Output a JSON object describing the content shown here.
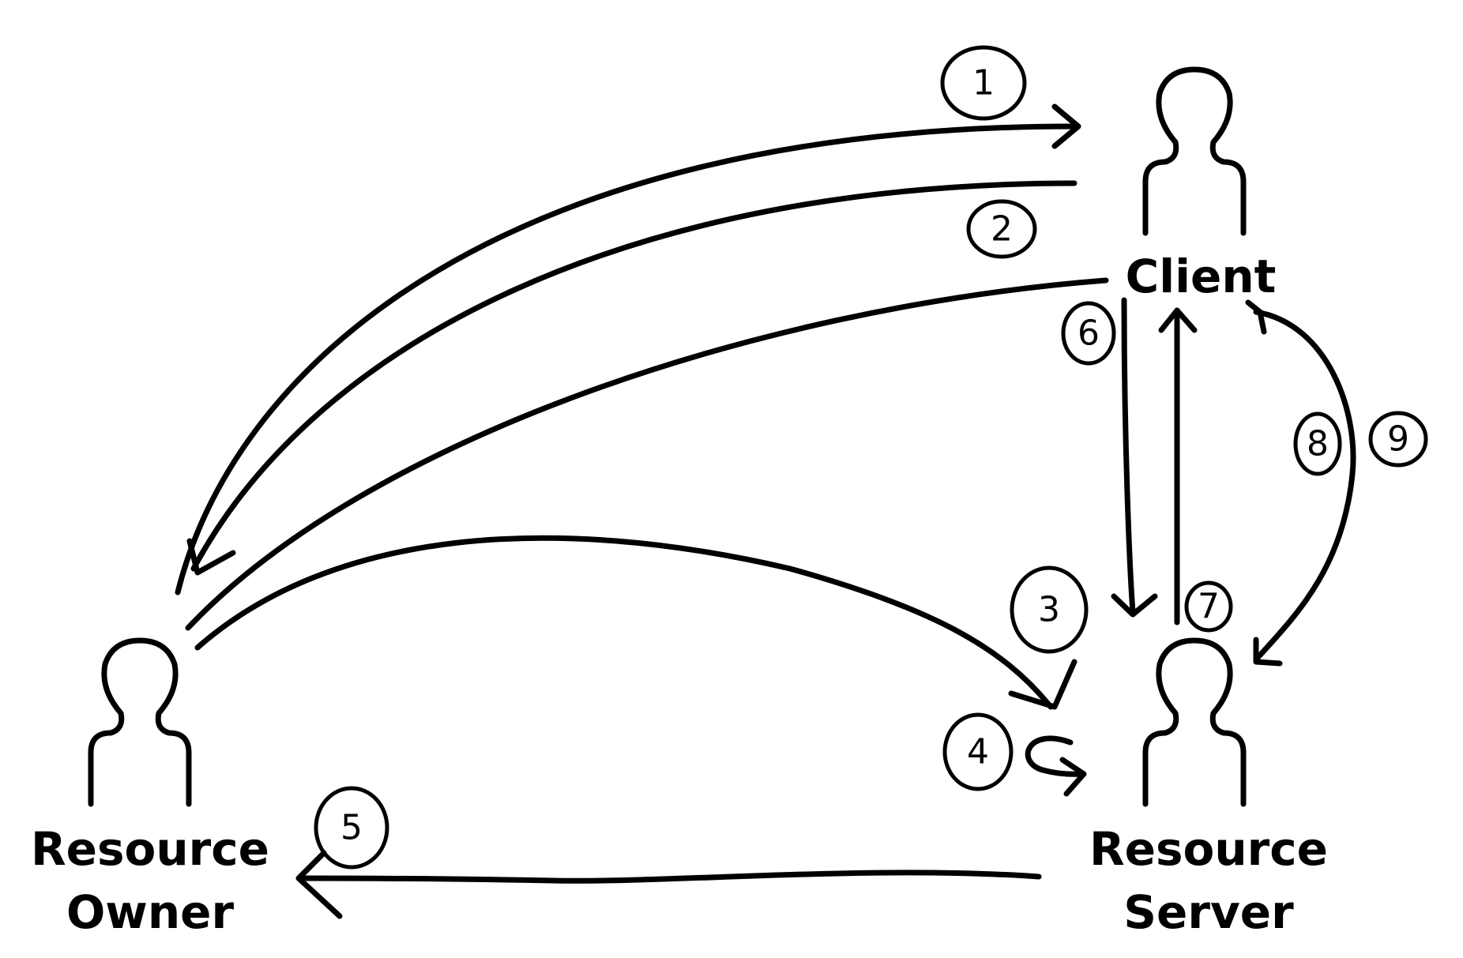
{
  "actors": {
    "client": {
      "label": "Client"
    },
    "resource_owner": {
      "line1": "Resource",
      "line2": "Owner"
    },
    "resource_server": {
      "line1": "Resource",
      "line2": "Server"
    }
  },
  "steps": [
    "1",
    "2",
    "3",
    "4",
    "5",
    "6",
    "7",
    "8",
    "9"
  ],
  "colors": {
    "ink": "#000000",
    "background": "#ffffff"
  }
}
